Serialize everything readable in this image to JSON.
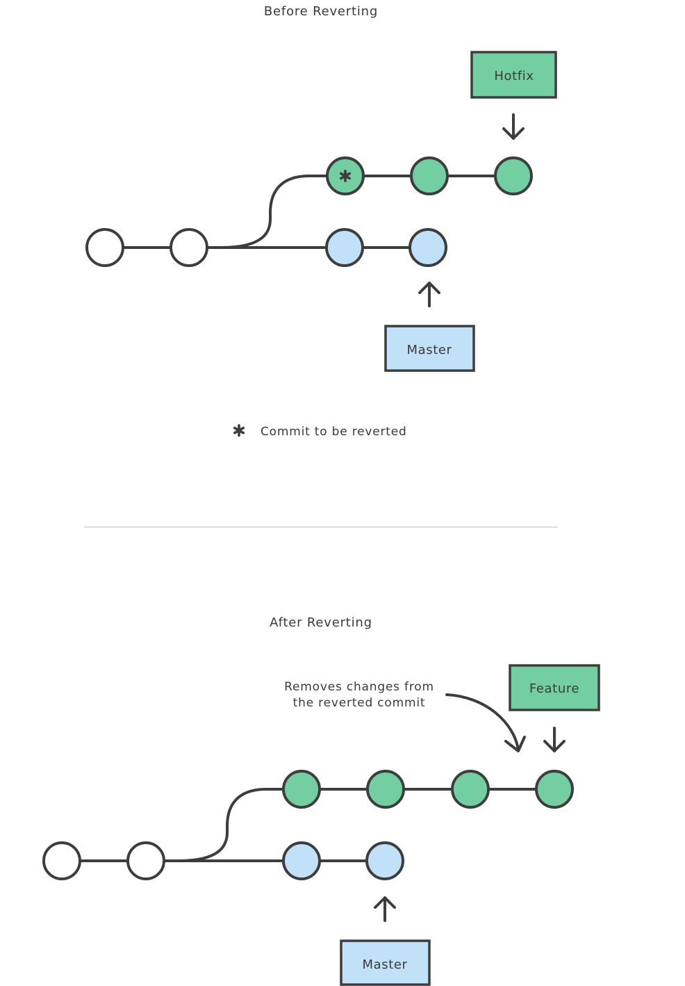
{
  "colors": {
    "stroke": "#3d3d3d",
    "text": "#3a3a3a",
    "green": "#73cfa1",
    "blue": "#c0e1f8",
    "white": "#ffffff",
    "divider": "#d4d4d4"
  },
  "before": {
    "title": "Before Reverting",
    "hotfix_label": "Hotfix",
    "master_label": "Master",
    "legend_icon": "asterisk-icon",
    "legend_text": "Commit to be reverted"
  },
  "after": {
    "title": "After Reverting",
    "feature_label": "Feature",
    "master_label": "Master",
    "annotation_line1": "Removes changes from",
    "annotation_line2": "the reverted commit"
  }
}
